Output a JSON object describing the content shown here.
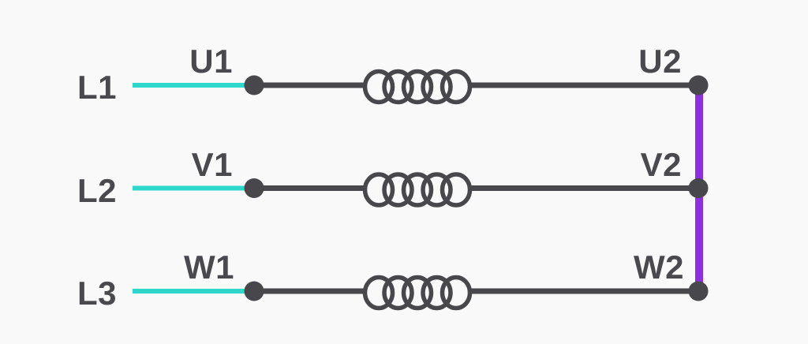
{
  "diagram": {
    "background": "#f9f9f9",
    "colors": {
      "wire": "#47474c",
      "phase_feed": "#2dd8ca",
      "star_bridge": "#8c2fe0",
      "terminal_dot": "#47474c",
      "label": "#4a4a4e"
    },
    "rows": [
      {
        "line_label": "L1",
        "start_terminal": "U1",
        "end_terminal": "U2"
      },
      {
        "line_label": "L2",
        "start_terminal": "V1",
        "end_terminal": "V2"
      },
      {
        "line_label": "L3",
        "start_terminal": "W1",
        "end_terminal": "W2"
      }
    ]
  }
}
